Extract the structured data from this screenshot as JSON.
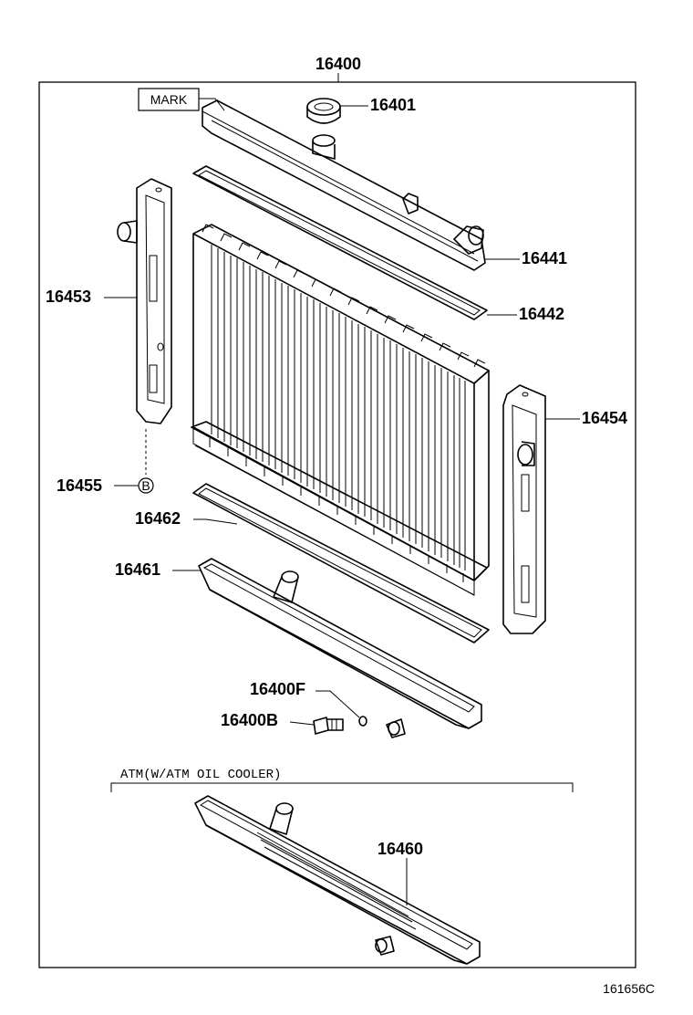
{
  "diagram": {
    "assembly_part_number": "16400",
    "mark_label": "MARK",
    "parts": [
      {
        "number": "16401"
      },
      {
        "number": "16441"
      },
      {
        "number": "16442"
      },
      {
        "number": "16453"
      },
      {
        "number": "16454"
      },
      {
        "number": "16455"
      },
      {
        "number": "16462"
      },
      {
        "number": "16461"
      },
      {
        "number": "16400F"
      },
      {
        "number": "16400B"
      },
      {
        "number": "16460"
      }
    ],
    "reference_marker": "B",
    "option_group_label": "ATM(W/ATM OIL COOLER)",
    "figure_code": "161656C"
  }
}
